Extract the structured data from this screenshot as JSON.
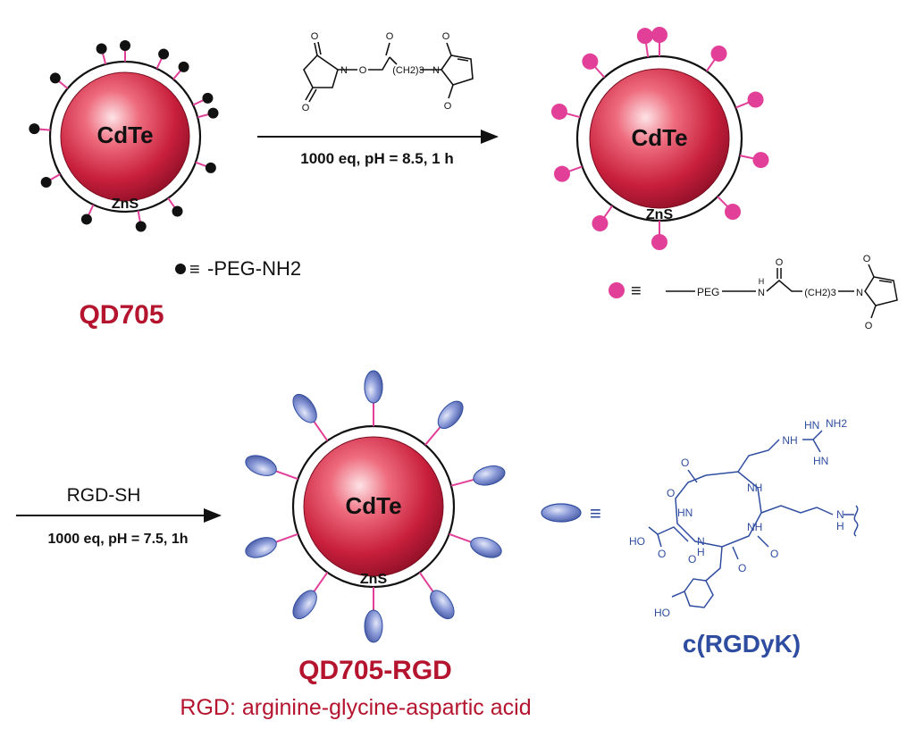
{
  "labels": {
    "core": "CdTe",
    "shell": "ZnS",
    "qd_name": "QD705",
    "qd_rgd_name": "QD705-RGD",
    "peptide_name": "c(RGDyK)",
    "footnote": "RGD: arginine-glycine-aspartic acid"
  },
  "reaction1": {
    "conditions": "1000 eq, pH = 8.5, 1 h",
    "reagent_atoms": [
      "O",
      "O",
      "N",
      "O",
      "O",
      "(CH2)3",
      "N",
      "O",
      "O"
    ]
  },
  "reaction2": {
    "reagent": "RGD-SH",
    "conditions": "1000 eq, pH = 7.5, 1h"
  },
  "legend": {
    "peg_nh2": "-PEG-NH2",
    "equiv": "≡",
    "maleimide_chain": {
      "peg": "PEG",
      "nh": "H",
      "n": "N",
      "o": "O",
      "chain": "(CH2)3",
      "imide_n": "N",
      "imide_o_top": "O",
      "imide_o_bottom": "O"
    }
  },
  "peptide_atoms": [
    "NH",
    "NH2",
    "HN",
    "HN",
    "NH",
    "O",
    "O",
    "HN",
    "NH",
    "O",
    "HO",
    "O",
    "N",
    "H",
    "O",
    "O",
    "HO",
    "H",
    "N"
  ],
  "colors": {
    "core": "#c81f3c",
    "pink": "#e23f98",
    "black_dot": "#111111",
    "ellipse": "#5b6fb8",
    "label_red": "#b5142f",
    "label_blue": "#2f4da0"
  }
}
